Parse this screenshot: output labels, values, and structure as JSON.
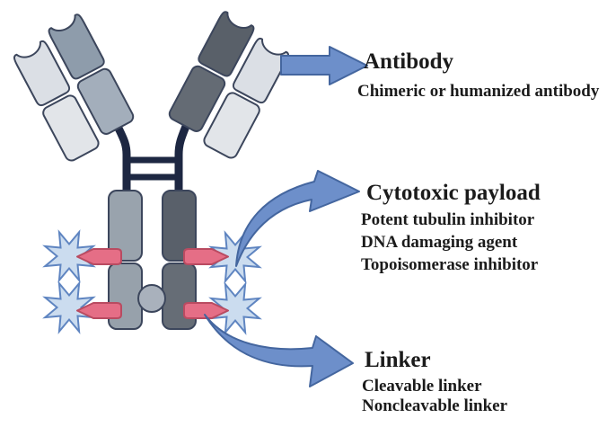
{
  "figure": {
    "kind": "antibody-drug-conjugate structure diagram"
  },
  "annotations": {
    "antibody": {
      "title": "Antibody",
      "line1": "Chimeric or humanized antibody"
    },
    "payload": {
      "title": "Cytotoxic payload",
      "line1": "Potent tubulin inhibitor",
      "line2": "DNA damaging agent",
      "line3": "Topoisomerase inhibitor"
    },
    "linker": {
      "title": "Linker",
      "line1": "Cleavable linker",
      "line2": "Noncleavable linker"
    }
  },
  "colors": {
    "arrow_blue": "#6d8fca",
    "arrow_outline": "#44669f",
    "star_fill": "#cbdcef",
    "star_outline": "#5f85c1",
    "linker_pink": "#e56e86",
    "linker_outline": "#b94b61",
    "hinge_navy": "#1d2742",
    "chain_outline": "#3c465c",
    "light_chain": "#dbdfe5",
    "heavy_chain_left": "#8e9cab",
    "heavy_chain_right": "#596069",
    "stem_left": "#99a3ad",
    "stem_right": "#59606a",
    "text": "#1b1b1b"
  }
}
